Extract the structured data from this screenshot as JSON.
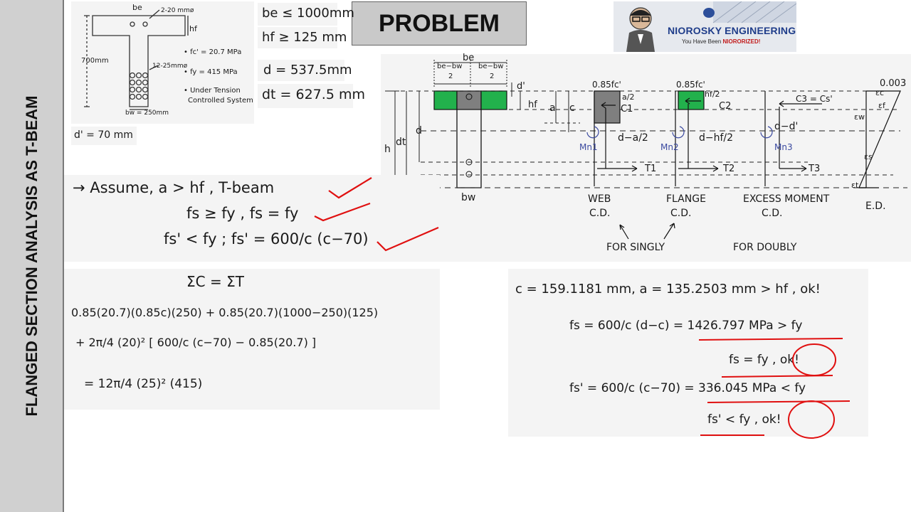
{
  "sidebar": {
    "title": "FLANGED SECTION ANALYSIS AS T-BEAM"
  },
  "header": {
    "problem_label": "PROBLEM",
    "logo": {
      "title": "NIOROSKY ENGINEERING ONLINE",
      "subtitle_prefix": "You Have Been ",
      "subtitle_emph": "NIORORIZED!"
    }
  },
  "section_sketch": {
    "be": "be",
    "bf_bars": "2-20 mmø",
    "hf": "hf",
    "height": "700mm",
    "fc": "• fc' = 20.7 MPa",
    "fy": "• fy = 415 MPa",
    "note1": "• Under Tension",
    "note2": "Controlled System",
    "bot_bars": "12-25mmø",
    "bw": "bw = 250mm",
    "d_prime": "d' = 70 mm"
  },
  "givens": {
    "be_limit": "be ≤ 1000mm",
    "hf_limit": "hf ≥ 125 mm",
    "d": "d = 537.5mm",
    "dt": "dt = 627.5 mm"
  },
  "diagram": {
    "be_label": "be",
    "half_flange_left_top": "be−bw",
    "half_flange_left_bot": "2",
    "half_flange_right_top": "be−bw",
    "half_flange_right_bot": "2",
    "d_prime": "d'",
    "hf": "hf",
    "a": "a",
    "c": "c",
    "d": "d",
    "dt": "dt",
    "h": "h",
    "bw": "bw",
    "web_stress": "0.85fc'",
    "web_a2": "a/2",
    "c1": "C1",
    "web_arm": "d−a/2",
    "mn1": "Mn1",
    "t1": "T1",
    "flange_stress": "0.85fc'",
    "flange_hf2": "hf/2",
    "c2": "C2",
    "flange_arm": "d−hf/2",
    "mn2": "Mn2",
    "t2": "T2",
    "c3": "C3 = Cs'",
    "excess_arm": "d−d'",
    "mn3": "Mn3",
    "t3": "T3",
    "strain_top": "0.003",
    "eps_c": "εc",
    "eps_f": "εf",
    "eps_w": "εw",
    "eps_s": "εs",
    "eps_t": "εt",
    "web_label": "WEB",
    "web_sub": "C.D.",
    "flange_label": "FLANGE",
    "flange_sub": "C.D.",
    "excess_label": "EXCESS MOMENT",
    "excess_sub": "C.D.",
    "ed_label": "E.D.",
    "for_singly": "FOR SINGLY",
    "for_doubly": "FOR DOUBLY"
  },
  "assumptions": {
    "line1": "→ Assume,  a > hf ,   T-beam",
    "line2": "fs ≥ fy ,   fs = fy",
    "line3": "fs' < fy ;   fs' = 600/c (c−70)"
  },
  "equilibrium": {
    "line1": "ΣC   =  ΣT",
    "line2": "0.85(20.7)(0.85c)(250) + 0.85(20.7)(1000−250)(125)",
    "line3": "+ 2π/4 (20)² [ 600/c (c−70) − 0.85(20.7) ]",
    "line4": "=  12π/4 (25)² (415)"
  },
  "results": {
    "line1": "c = 159.1181 mm,  a = 135.2503 mm > hf , ok!",
    "line2": "fs = 600/c (d−c) = 1426.797 MPa > fy",
    "line3": "fs = fy ,  ok!",
    "line4": "fs' = 600/c (c−70) = 336.045 MPa < fy",
    "line5": "fs' < fy ,  ok!"
  },
  "colors": {
    "green": "#22b14c",
    "gray": "#7f7f7f",
    "red": "#e01010",
    "blue": "#3b4aa0",
    "panel": "#f4f4f4"
  }
}
